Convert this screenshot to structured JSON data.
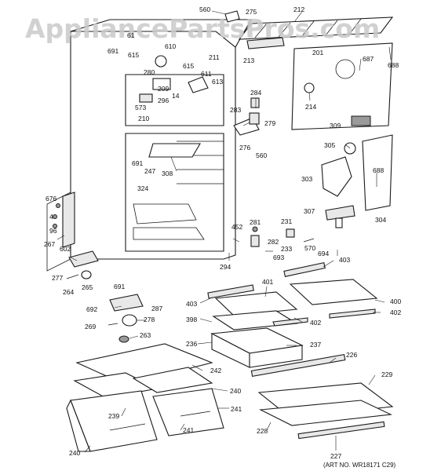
{
  "watermark": "AppliancePartsPros.com",
  "art_number": "(ART NO. WR18171 C29)",
  "callouts": {
    "c560a": "560",
    "c275": "275",
    "c212": "212",
    "c61": "61",
    "c691a": "691",
    "c615a": "615",
    "c610": "610",
    "c213": "213",
    "c201": "201",
    "c687": "687",
    "c688a": "688",
    "c280": "280",
    "c615b": "615",
    "c211": "211",
    "c611": "611",
    "c209": "209",
    "c613": "613",
    "c14": "14",
    "c296": "296",
    "c573": "573",
    "c210": "210",
    "c284": "284",
    "c214": "214",
    "c283": "283",
    "c279": "279",
    "c276": "276",
    "c560b": "560",
    "c309": "309",
    "c305": "305",
    "c691b": "691",
    "c247": "247",
    "c308": "308",
    "c324": "324",
    "c303": "303",
    "c688b": "688",
    "c676": "676",
    "c4": "4",
    "c96": "96",
    "c267": "267",
    "c602": "602",
    "c281": "281",
    "c231": "231",
    "c307": "307",
    "c304": "304",
    "c452": "452",
    "c282": "282",
    "c233": "233",
    "c570": "570",
    "c693": "693",
    "c694": "694",
    "c403a": "403",
    "c294": "294",
    "c277": "277",
    "c264": "264",
    "c265": "265",
    "c691c": "691",
    "c401": "401",
    "c403b": "403",
    "c400": "400",
    "c402a": "402",
    "c692": "692",
    "c287": "287",
    "c398": "398",
    "c402b": "402",
    "c269": "269",
    "c278": "278",
    "c263": "263",
    "c236": "236",
    "c237": "237",
    "c226": "226",
    "c242": "242",
    "c229": "229",
    "c240a": "240",
    "c239": "239",
    "c241a": "241",
    "c241b": "241",
    "c228": "228",
    "c240b": "240",
    "c227": "227"
  },
  "colors": {
    "line": "#1a1a1a",
    "watermark": "#c9c9c9",
    "background": "#ffffff"
  }
}
